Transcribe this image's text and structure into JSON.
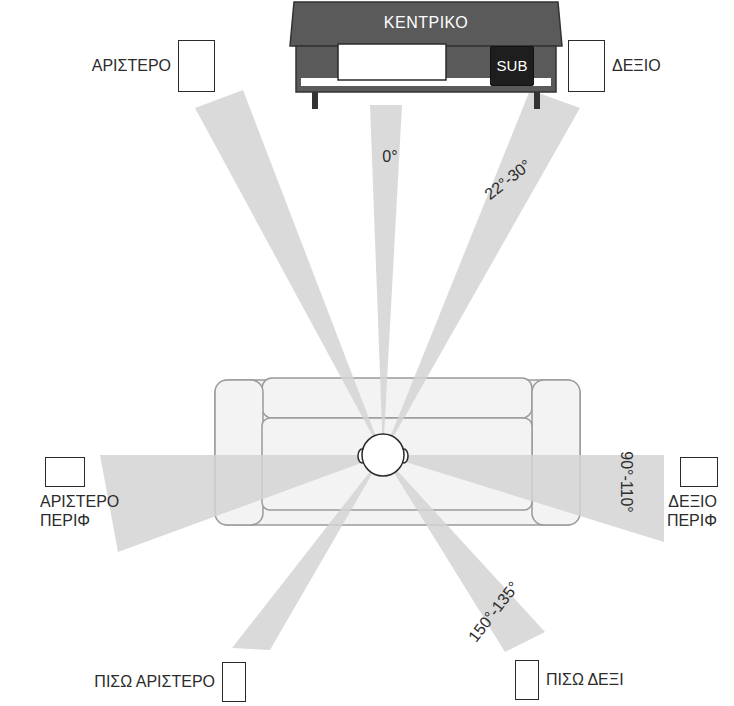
{
  "diagram": {
    "nodes": [
      {
        "text": [
          "ΑΡΙΣΤΕΡΟ"
        ]
      },
      {
        "text": [
          "ΚΕΝΤΡΙΚΟ"
        ]
      },
      {
        "text": [
          "SUB"
        ]
      },
      {
        "text": [
          "ΔΕΞΙΟ"
        ]
      },
      {
        "text": [
          "ΑΡΙΣΤΕΡΟ ΠΕΡΙΦ"
        ]
      },
      {
        "text": [
          "ΔΕΞΙΟ ΠΕΡΙΦ"
        ]
      },
      {
        "text": [
          "ΠΙΣΩ ΑΡΙΣΤΕΡΟ"
        ]
      },
      {
        "text": [
          "ΠΙΣΩ ΔΕΞΙ"
        ]
      }
    ],
    "labels": [
      "0°",
      "22°-30°",
      "90°-110°",
      "150°-135°"
    ]
  }
}
